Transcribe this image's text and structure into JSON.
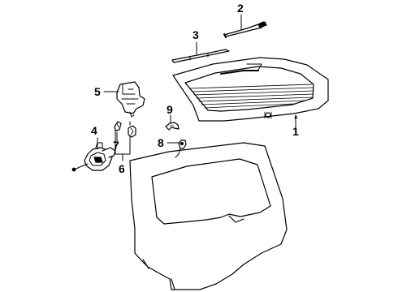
{
  "diagram": {
    "callouts": [
      {
        "id": "1",
        "part": "back-glass"
      },
      {
        "id": "2",
        "part": "wiper-arm"
      },
      {
        "id": "3",
        "part": "wiper-blade"
      },
      {
        "id": "4",
        "part": "wiper-motor"
      },
      {
        "id": "5",
        "part": "washer-reservoir"
      },
      {
        "id": "6",
        "part": "washer-hose"
      },
      {
        "id": "7",
        "part": "hose-fitting"
      },
      {
        "id": "8",
        "part": "washer-nozzle"
      },
      {
        "id": "9",
        "part": "clip"
      }
    ]
  }
}
